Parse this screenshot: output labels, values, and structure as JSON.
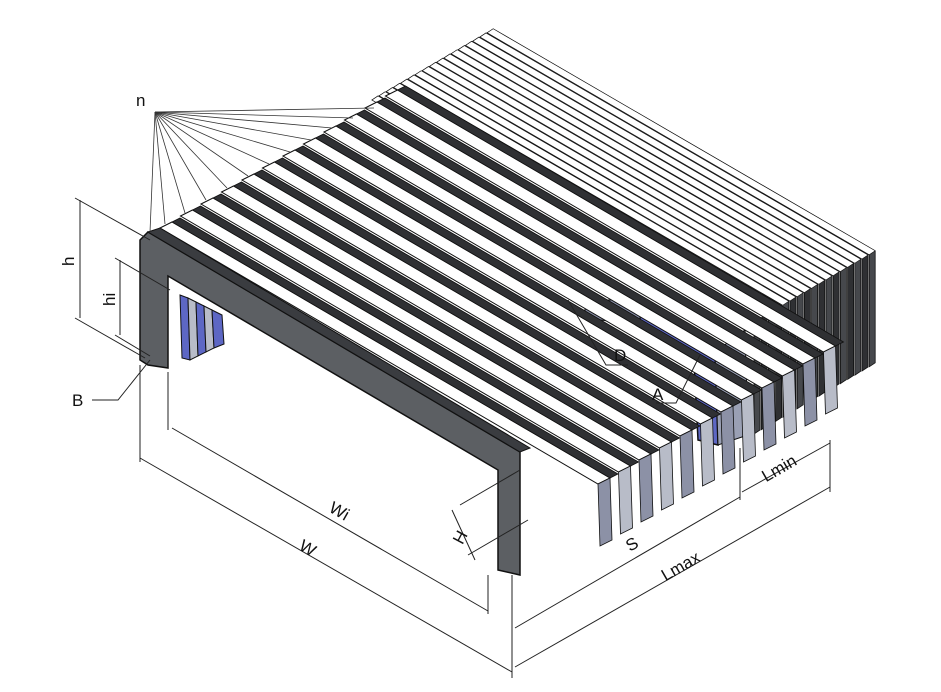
{
  "labels": {
    "n": "n",
    "h": "h",
    "hi": "hi",
    "B": "B",
    "D": "D",
    "A": "A",
    "H": "H",
    "Wi": "Wi",
    "W": "W",
    "S": "S",
    "Lmax": "Lmax",
    "Lmin": "Lmin"
  },
  "colors": {
    "frame": "#5c5f63",
    "frame_dark": "#3a3c40",
    "fold_top": "#ffffff",
    "fold_side": "#2f3033",
    "inner_blue": "#5d67c4",
    "inner_grey": "#b8bcc8",
    "outline": "#111111"
  }
}
